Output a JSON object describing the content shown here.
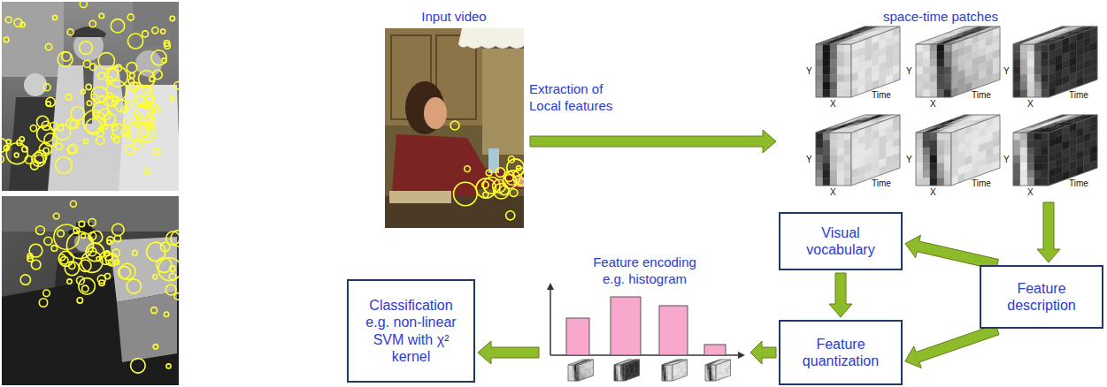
{
  "diagram": {
    "nodes": [
      {
        "text": [
          "Input video"
        ]
      },
      {
        "text": [
          "space-time patches"
        ]
      },
      {
        "text": [
          "Visual vocabulary"
        ]
      },
      {
        "text": [
          "Feature description"
        ]
      },
      {
        "text": [
          "Feature encoding e.g. histogram"
        ]
      },
      {
        "text": [
          "Feature quantization"
        ]
      },
      {
        "text": [
          "Classification e.g. non-linear SVM with χ² kernel"
        ]
      }
    ],
    "edges": [
      {
        "from": 0,
        "to": 1,
        "arrow": "to",
        "label": "Extraction of Local features"
      },
      {
        "from": 1,
        "to": 3,
        "arrow": "to"
      },
      {
        "from": 3,
        "to": 2,
        "arrow": "to"
      },
      {
        "from": 3,
        "to": 5,
        "arrow": "to"
      },
      {
        "from": 2,
        "to": 5,
        "arrow": "to"
      },
      {
        "from": 5,
        "to": 4,
        "arrow": "to"
      },
      {
        "from": 4,
        "to": 6,
        "arrow": "to"
      }
    ],
    "labels": [
      "Y",
      "X",
      "Time",
      "Y",
      "X",
      "Time",
      "Y",
      "X",
      "Time",
      "Y",
      "X",
      "Time",
      "Y",
      "X",
      "Time",
      "Y",
      "X",
      "Time"
    ]
  }
}
